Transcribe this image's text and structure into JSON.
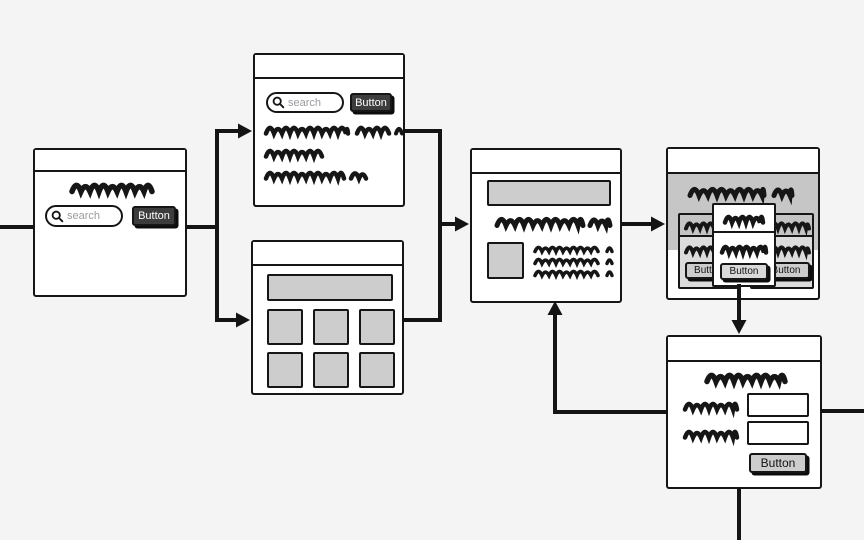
{
  "colors": {
    "background": "#f4f4f5",
    "ink": "#161616",
    "window_fill": "#ffffff",
    "banner_gray": "#cdcdcd",
    "hero_gray": "#c6c6c6",
    "card_gray": "#dcdcdc",
    "dark_button_fill": "#3d3d3d",
    "light_button_fill": "#cdcdcd",
    "placeholder_text": "#9a9aa0"
  },
  "windows": {
    "home": {
      "search_placeholder": "search",
      "button_label": "Button"
    },
    "results": {
      "search_placeholder": "search",
      "button_label": "Button",
      "text_lines": 3
    },
    "gallery": {
      "tiles": 6
    },
    "article": {
      "text_lines": 3
    },
    "listing": {
      "left_button_label": "Button",
      "right_button_label": "Button",
      "modal_button_label": "Button"
    },
    "form": {
      "field1_value": "",
      "field2_value": "",
      "submit_label": "Button"
    }
  },
  "edges": [
    {
      "id": "edge-entry",
      "from": "offscreen-left",
      "to": "home",
      "arrow": false
    },
    {
      "id": "edge-home-to-results",
      "from": "home",
      "to": "results",
      "arrow": true
    },
    {
      "id": "edge-home-to-gallery",
      "from": "home",
      "to": "gallery",
      "arrow": true
    },
    {
      "id": "edge-merge-to-article",
      "from": "results+gallery",
      "to": "article",
      "arrow": true
    },
    {
      "id": "edge-article-to-listing",
      "from": "article",
      "to": "listing",
      "arrow": true
    },
    {
      "id": "edge-modal-to-form",
      "from": "listing-modal",
      "to": "form",
      "arrow": true
    },
    {
      "id": "edge-form-to-article",
      "from": "form",
      "to": "article",
      "arrow": true
    },
    {
      "id": "edge-form-exit-right",
      "from": "form",
      "to": "offscreen-right",
      "arrow": false
    },
    {
      "id": "edge-form-exit-bottom",
      "from": "form",
      "to": "offscreen-bottom",
      "arrow": false
    }
  ]
}
